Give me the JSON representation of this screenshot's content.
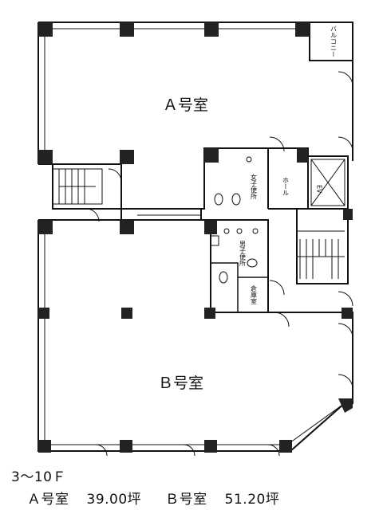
{
  "rooms": {
    "a": "Ａ号室",
    "b": "Ｂ号室"
  },
  "labels": {
    "balcony": "バルコニー",
    "womens_toilet": "女子便所",
    "mens_toilet": "男子便所",
    "hall": "ホール",
    "ev": "EV",
    "janitor": "倉庫室"
  },
  "footer": {
    "floors": "3～10Ｆ",
    "room_a": "Ａ号室",
    "area_a": "39.00坪",
    "room_b": "Ｂ号室",
    "area_b": "51.20坪"
  }
}
